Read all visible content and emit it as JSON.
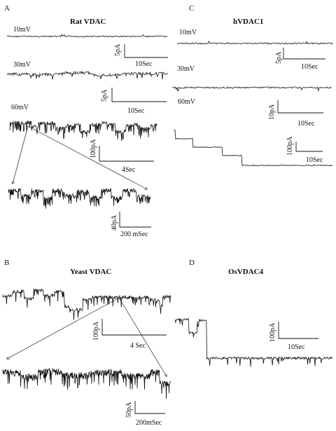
{
  "panels": [
    {
      "letter": "A",
      "title": "Rat VDAC",
      "voltages": [
        "10mV",
        "30mV",
        "60mV"
      ],
      "scale_bars": [
        {
          "amp": "5pA",
          "time": "10Sec"
        },
        {
          "amp": "5pA",
          "time": "10Sec"
        },
        {
          "amp": "100pA",
          "time": "4Sec"
        },
        {
          "amp": "40pA",
          "time": "200 mSec"
        }
      ]
    },
    {
      "letter": "B",
      "title": "Yeast VDAC",
      "scale_bars": [
        {
          "amp": "100pA",
          "time": "4 Sec"
        },
        {
          "amp": "50pA",
          "time": "200mSec"
        }
      ]
    },
    {
      "letter": "C",
      "title": "hVDAC1",
      "voltages": [
        "10mV",
        "30mV",
        "60mV"
      ],
      "scale_bars": [
        {
          "amp": "5pA",
          "time": "10Sec"
        },
        {
          "amp": "10pA",
          "time": "10Sec"
        },
        {
          "amp": "100pA",
          "time": "10Sec"
        }
      ]
    },
    {
      "letter": "D",
      "title": "OsVDAC4",
      "scale_bars": [
        {
          "amp": "100pA",
          "time": "10Sec"
        }
      ]
    }
  ]
}
